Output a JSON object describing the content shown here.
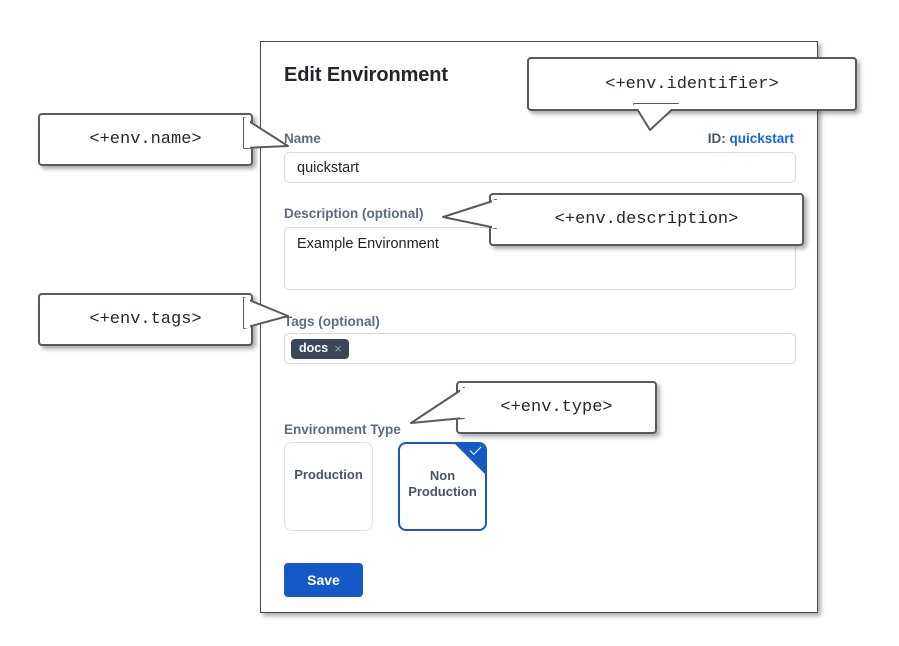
{
  "dialog": {
    "title": "Edit Environment",
    "identifier": {
      "prefix": "ID:",
      "value": "quickstart"
    },
    "fields": {
      "name": {
        "label": "Name",
        "value": "quickstart",
        "placeholder": ""
      },
      "description": {
        "label": "Description (optional)",
        "value": "Example Environment",
        "placeholder": ""
      },
      "tags": {
        "label": "Tags (optional)",
        "chips": [
          {
            "label": "docs",
            "remove_icon": "×"
          }
        ],
        "placeholder": ""
      },
      "environment_type": {
        "label": "Environment Type",
        "options": [
          {
            "label": "Production",
            "selected": false
          },
          {
            "label": "Non\nProduction",
            "line1": "Non",
            "line2": "Production",
            "selected": true
          }
        ]
      }
    },
    "save_label": "Save"
  },
  "annotations": {
    "name": "<+env.name>",
    "identifier": "<+env.identifier>",
    "description": "<+env.description>",
    "tags": "<+env.tags>",
    "type": "<+env.type>"
  },
  "colors": {
    "accent_blue": "#1459c6",
    "link_blue": "#1466dd",
    "label_slate": "#5c6b80",
    "chip_dark": "#3c4858",
    "callout_border": "#5a5a5a",
    "panel_border": "#4a4a4a"
  }
}
